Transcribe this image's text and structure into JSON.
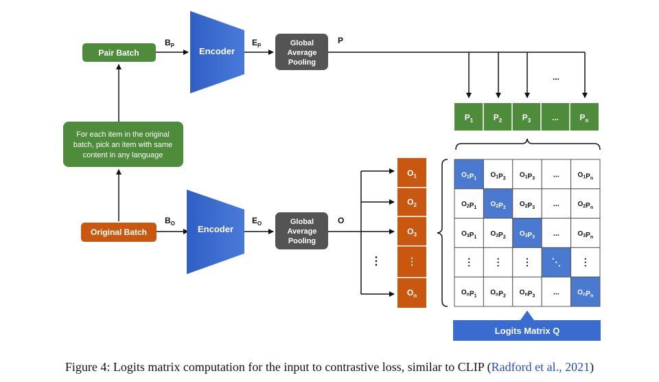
{
  "blocks": {
    "pair_batch": "Pair Batch",
    "original_batch": "Original Batch",
    "pick_note": [
      "For each item in the original",
      "batch, pick an item with same",
      "content in any language"
    ],
    "encoder_top": "Encoder",
    "encoder_bottom": "Encoder",
    "gap_top": [
      "Global",
      "Average",
      "Pooling"
    ],
    "gap_bottom": [
      "Global",
      "Average",
      "Pooling"
    ],
    "logits_label": "Logits Matrix Q"
  },
  "edge_labels": {
    "bp": {
      "base": "B",
      "sub": "P"
    },
    "ep": {
      "base": "E",
      "sub": "P"
    },
    "p": "P",
    "bo": {
      "base": "B",
      "sub": "O"
    },
    "eo": {
      "base": "E",
      "sub": "O"
    },
    "o": "O",
    "top_dots": "...",
    "left_dots": "⋮"
  },
  "p_vector": [
    {
      "base": "P",
      "sub": "1"
    },
    {
      "base": "P",
      "sub": "2"
    },
    {
      "base": "P",
      "sub": "3"
    },
    {
      "base": "...",
      "sub": ""
    },
    {
      "base": "P",
      "sub": "n"
    }
  ],
  "o_vector": [
    {
      "base": "O",
      "sub": "1"
    },
    {
      "base": "O",
      "sub": "2"
    },
    {
      "base": "O",
      "sub": "3"
    },
    {
      "base": "⋮",
      "sub": ""
    },
    {
      "base": "O",
      "sub": "n"
    }
  ],
  "matrix": {
    "rows": [
      [
        {
          "parts": [
            [
              "O",
              "1"
            ],
            [
              "P",
              "1"
            ]
          ],
          "diag": true
        },
        {
          "parts": [
            [
              "O",
              "1"
            ],
            [
              "P",
              "2"
            ]
          ]
        },
        {
          "parts": [
            [
              "O",
              "1"
            ],
            [
              "P",
              "3"
            ]
          ]
        },
        {
          "text": "..."
        },
        {
          "parts": [
            [
              "O",
              "1"
            ],
            [
              "P",
              "n"
            ]
          ]
        }
      ],
      [
        {
          "parts": [
            [
              "O",
              "2"
            ],
            [
              "P",
              "1"
            ]
          ]
        },
        {
          "parts": [
            [
              "O",
              "2"
            ],
            [
              "P",
              "2"
            ]
          ],
          "diag": true
        },
        {
          "parts": [
            [
              "O",
              "2"
            ],
            [
              "P",
              "3"
            ]
          ]
        },
        {
          "text": "..."
        },
        {
          "parts": [
            [
              "O",
              "2"
            ],
            [
              "P",
              "n"
            ]
          ]
        }
      ],
      [
        {
          "parts": [
            [
              "O",
              "3"
            ],
            [
              "P",
              "1"
            ]
          ]
        },
        {
          "parts": [
            [
              "O",
              "3"
            ],
            [
              "P",
              "2"
            ]
          ]
        },
        {
          "parts": [
            [
              "O",
              "3"
            ],
            [
              "P",
              "3"
            ]
          ],
          "diag": true
        },
        {
          "text": "..."
        },
        {
          "parts": [
            [
              "O",
              "3"
            ],
            [
              "P",
              "n"
            ]
          ]
        }
      ],
      [
        {
          "text": "⋮"
        },
        {
          "text": "⋮"
        },
        {
          "text": "⋮"
        },
        {
          "text": "⋱",
          "diag": true
        },
        {
          "text": "⋮"
        }
      ],
      [
        {
          "parts": [
            [
              "O",
              "n"
            ],
            [
              "P",
              "1"
            ]
          ]
        },
        {
          "parts": [
            [
              "O",
              "n"
            ],
            [
              "P",
              "2"
            ]
          ]
        },
        {
          "parts": [
            [
              "O",
              "n"
            ],
            [
              "P",
              "3"
            ]
          ]
        },
        {
          "text": "..."
        },
        {
          "parts": [
            [
              "O",
              "n"
            ],
            [
              "P",
              "n"
            ]
          ],
          "diag": true
        }
      ]
    ]
  },
  "caption": {
    "text": "Figure 4: Logits matrix computation for the input to contrastive loss, similar to CLIP (",
    "cite": "Radford et al., 2021",
    "end": ")"
  },
  "colors": {
    "green": "#4e8b3a",
    "orange": "#c8580f",
    "blue": "#3a6ccf",
    "gray": "#545454",
    "diag": "#4a79d0"
  }
}
